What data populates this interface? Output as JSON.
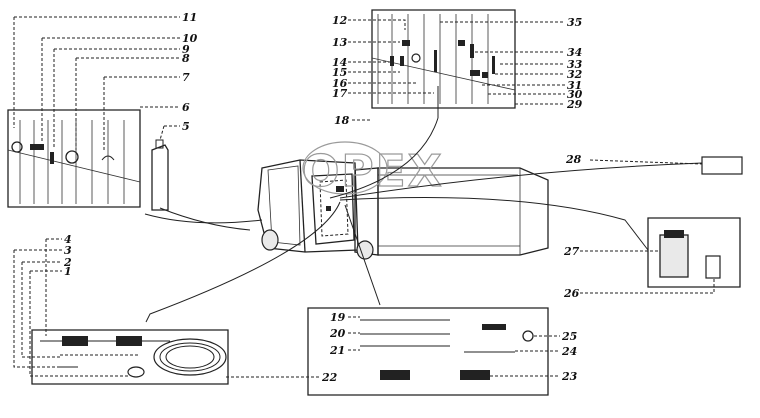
{
  "callouts": {
    "c1": "1",
    "c2": "2",
    "c3": "3",
    "c4": "4",
    "c5": "5",
    "c6": "6",
    "c7": "7",
    "c8": "8",
    "c9": "9",
    "c10": "10",
    "c11": "11",
    "c12": "12",
    "c13": "13",
    "c14": "14",
    "c15": "15",
    "c16": "16",
    "c17": "17",
    "c18": "18",
    "c19": "19",
    "c20": "20",
    "c21": "21",
    "c22": "22",
    "c23": "23",
    "c24": "24",
    "c25": "25",
    "c26": "26",
    "c27": "27",
    "c28": "28",
    "c29": "29",
    "c30": "30",
    "c31": "31",
    "c32": "32",
    "c33": "33",
    "c34": "34",
    "c35": "35"
  },
  "watermark": {
    "text": "OPEX"
  },
  "colors": {
    "line": "#222222",
    "background": "#ffffff",
    "watermark": "#9a9a9a"
  }
}
